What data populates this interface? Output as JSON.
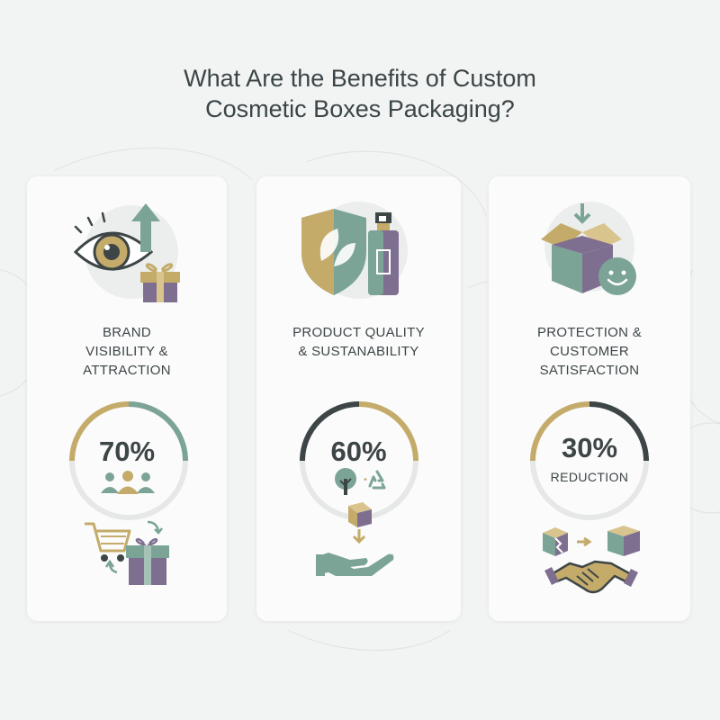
{
  "title": {
    "line1": "What Are the Benefits of Custom",
    "line2": "Cosmetic Boxes Packaging?"
  },
  "colors": {
    "gold": "#c4ab6a",
    "teal": "#7ba497",
    "purple": "#7e6f91",
    "dark": "#3d4547",
    "track": "#e6e7e7"
  },
  "cards": [
    {
      "label_lines": [
        "BRAND",
        "VISIBILITY &",
        "ATTRACTION"
      ],
      "percent_text": "70%",
      "percent_value": 70,
      "top_icons": [
        "eye-icon",
        "arrow-up-icon",
        "gift-box-icon"
      ],
      "bottom_icons": [
        "shopping-cart-icon",
        "gift-box-icon"
      ]
    },
    {
      "label_lines": [
        "PRODUCT QUALITY",
        "& SUSTANABILITY"
      ],
      "percent_text": "60%",
      "percent_value": 60,
      "top_icons": [
        "shield-leaf-icon",
        "spray-bottle-icon"
      ],
      "bottom_icons": [
        "tree-icon",
        "recycle-icon",
        "hand-box-icon"
      ]
    },
    {
      "label_lines": [
        "PROTECTION &",
        "CUSTOMER",
        "SATISFACTION"
      ],
      "percent_text": "30%",
      "percent_value": 30,
      "sub_text": "REDUCTION",
      "top_icons": [
        "open-box-icon",
        "smiley-icon"
      ],
      "bottom_icons": [
        "damaged-box-icon",
        "intact-box-icon",
        "handshake-icon"
      ]
    }
  ]
}
